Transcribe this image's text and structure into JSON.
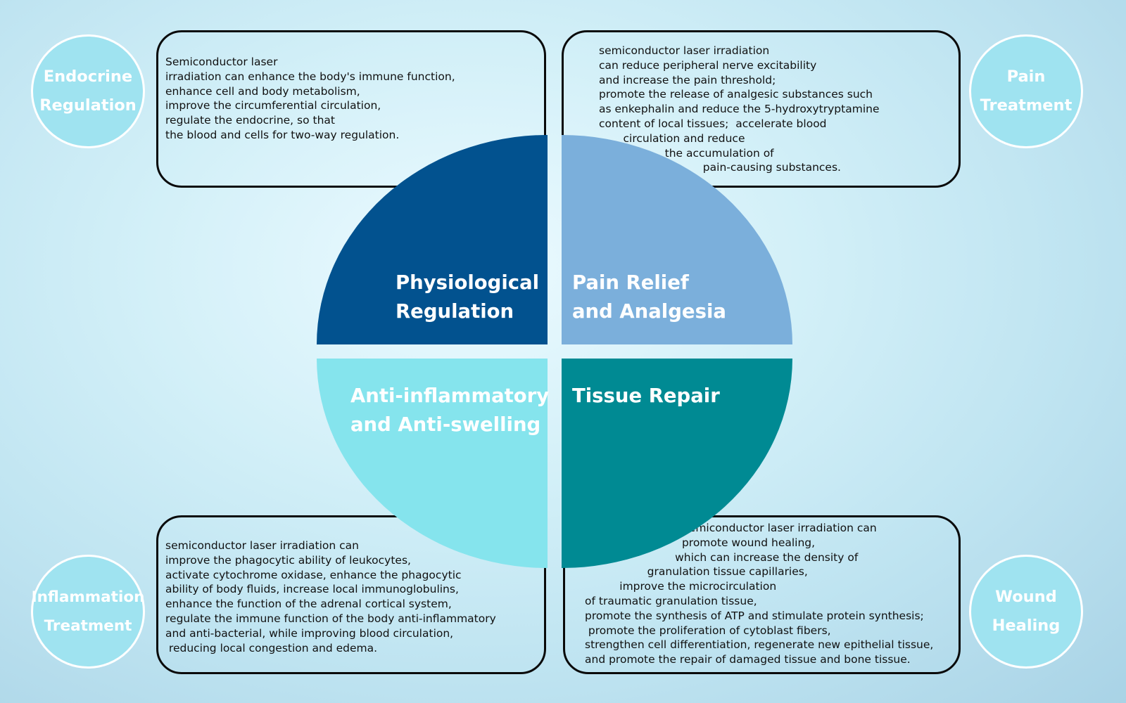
{
  "colors": {
    "physiological": "#02528f",
    "pain": "#7bafdb",
    "inflammation": "#85e4ed",
    "tissue": "#008a93",
    "circle_fill": "#9fe3f0"
  },
  "quadrants": {
    "physiological": "Physiological\nRegulation",
    "pain": "Pain Relief\nand Analgesia",
    "inflammation": "Anti-inflammatory\nand Anti-swelling",
    "tissue": "Tissue Repair"
  },
  "circles": {
    "endocrine": "Endocrine\nRegulation",
    "pain": "Pain\nTreatment",
    "inflammation": "Inflammation\nTreatment",
    "wound": "Wound\nHealing"
  },
  "boxes": {
    "physiological": "Semiconductor laser\nirradiation can enhance the body's immune function,\nenhance cell and body metabolism,\nimprove the circumferential circulation,\nregulate the endocrine, so that\nthe blood and cells for two-way regulation.",
    "pain": "semiconductor laser irradiation\ncan reduce peripheral nerve excitability\nand increase the pain threshold;\npromote the release of analgesic substances such\nas enkephalin and reduce the 5-hydroxytryptamine\ncontent of local tissues;  accelerate blood\n       circulation and reduce\n                   the accumulation of\n                              pain-causing substances.",
    "inflammation": "semiconductor laser irradiation can\nimprove the phagocytic ability of leukocytes,\nactivate cytochrome oxidase, enhance the phagocytic\nability of body fluids, increase local immunoglobulins,\nenhance the function of the adrenal cortical system,\nregulate the immune function of the body anti-inflammatory\nand anti-bacterial, while improving blood circulation,\n reducing local congestion and edema.",
    "tissue": "                            Semiconductor laser irradiation can\n                            promote wound healing,\n                          which can increase the density of\n                  granulation tissue capillaries,\n          improve the microcirculation\nof traumatic granulation tissue,\npromote the synthesis of ATP and stimulate protein synthesis;\n promote the proliferation of cytoblast fibers,\nstrengthen cell differentiation, regenerate new epithelial tissue,\nand promote the repair of damaged tissue and bone tissue."
  }
}
